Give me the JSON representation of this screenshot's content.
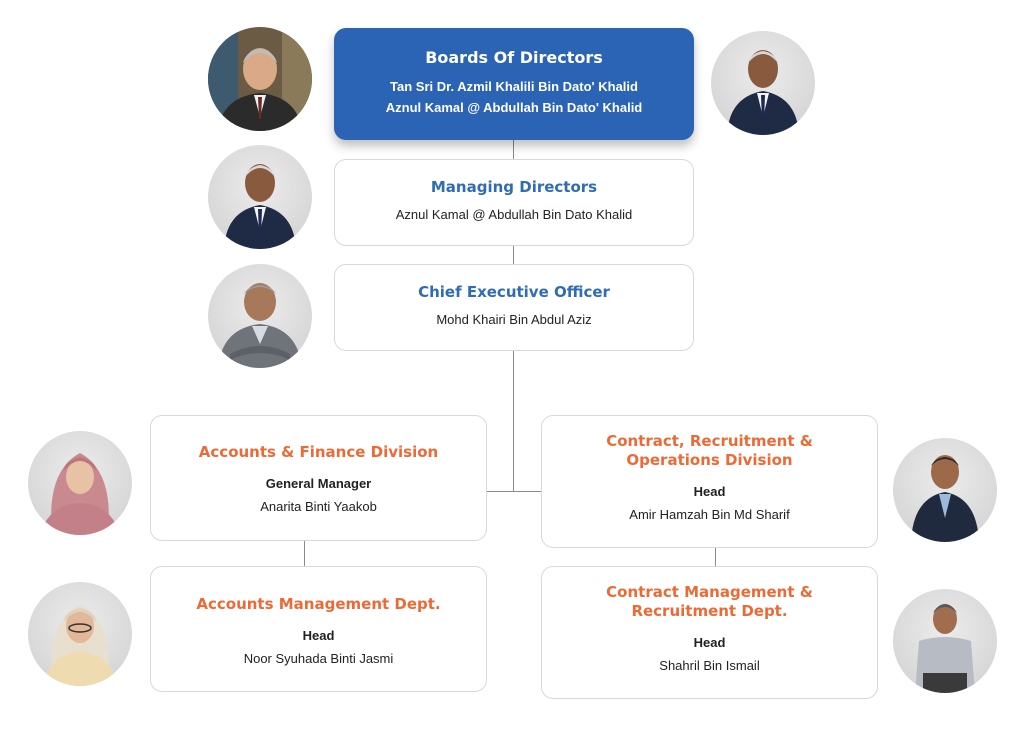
{
  "board": {
    "title": "Boards Of Directors",
    "members": [
      "Tan Sri Dr. Azmil Khalili Bin Dato' Khalid",
      "Aznul Kamal @ Abdullah Bin Dato' Khalid"
    ]
  },
  "managing": {
    "title": "Managing Directors",
    "name": "Aznul Kamal @ Abdullah Bin Dato Khalid"
  },
  "ceo": {
    "title": "Chief Executive Officer",
    "name": "Mohd Khairi Bin Abdul Aziz"
  },
  "finance": {
    "title": "Accounts & Finance Division",
    "role": "General Manager",
    "name": "Anarita Binti Yaakob"
  },
  "accounts_dept": {
    "title": "Accounts Management Dept.",
    "role": "Head",
    "name": "Noor Syuhada Binti Jasmi"
  },
  "operations": {
    "title": "Contract, Recruitment & Operations Division",
    "role": "Head",
    "name": "Amir Hamzah Bin Md Sharif"
  },
  "contract_dept": {
    "title": "Contract Management & Recruitment Dept.",
    "role": "Head",
    "name": "Shahril Bin Ismail"
  },
  "colors": {
    "blue": "#2b63b5",
    "blue_text": "#2e6db4",
    "orange": "#ec6a35",
    "line": "#8a8a8a"
  }
}
